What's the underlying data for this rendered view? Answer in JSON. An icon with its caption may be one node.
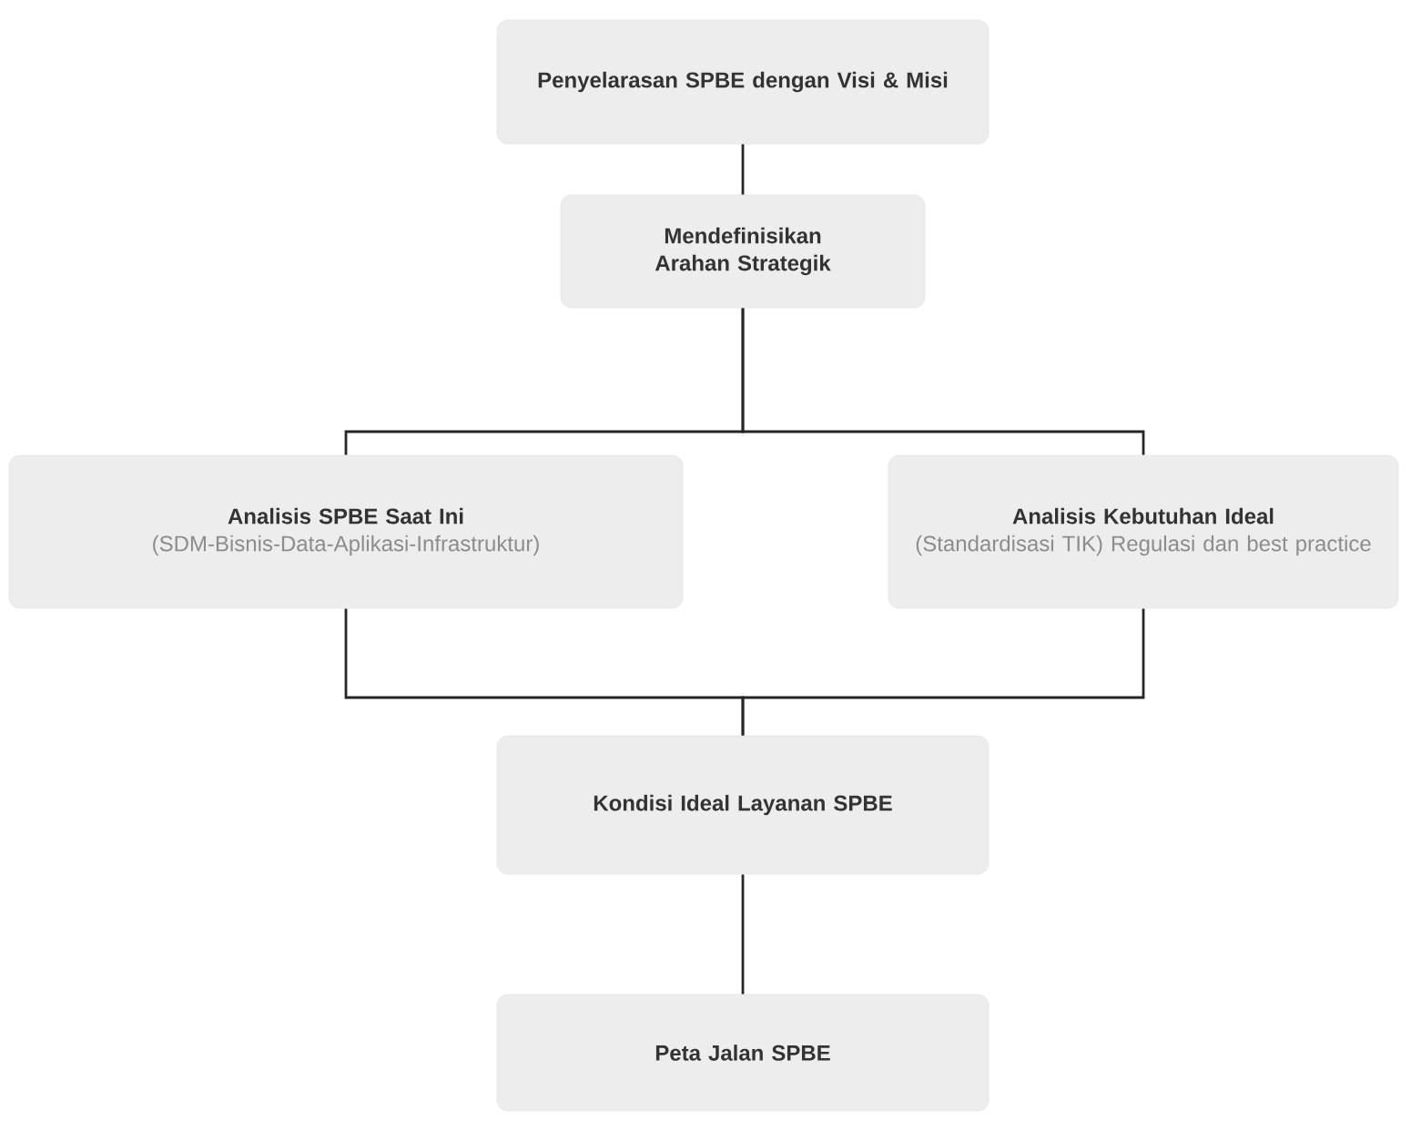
{
  "diagram": {
    "nodes": [
      {
        "text": [
          "Penyelarasan SPBE dengan Visi & Misi"
        ]
      },
      {
        "text": [
          "Mendefinisikan Arahan Strategik"
        ]
      },
      {
        "text": [
          "Analisis SPBE Saat Ini",
          "(SDM-Bisnis-Data-Aplikasi-Infrastruktur)"
        ]
      },
      {
        "text": [
          "Analisis Kebutuhan Ideal",
          "(Standardisasi TIK) Regulasi dan best practice"
        ]
      },
      {
        "text": [
          "Kondisi Ideal Layanan SPBE"
        ]
      },
      {
        "text": [
          "Peta Jalan SPBE"
        ]
      }
    ],
    "edges": [
      {
        "from": 0,
        "to": 1,
        "arrow": "none"
      },
      {
        "from": 1,
        "to": 2,
        "arrow": "none"
      },
      {
        "from": 1,
        "to": 3,
        "arrow": "none"
      },
      {
        "from": 2,
        "to": 4,
        "arrow": "none"
      },
      {
        "from": 3,
        "to": 4,
        "arrow": "none"
      },
      {
        "from": 4,
        "to": 5,
        "arrow": "none"
      }
    ]
  }
}
